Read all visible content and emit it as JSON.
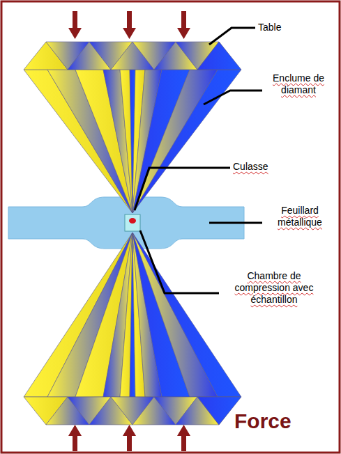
{
  "diagram": {
    "labels": [
      "Table",
      "Enclume de diamant",
      "Culasse",
      "Feuillard métallique",
      "Chambre de compression avec échantillon",
      "Force"
    ]
  }
}
